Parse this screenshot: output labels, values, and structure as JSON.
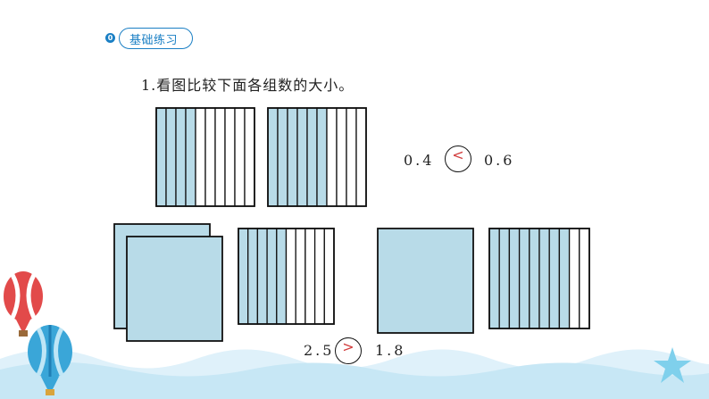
{
  "header": {
    "icon": "0",
    "label": "基础练习"
  },
  "question": {
    "text": "1.看图比较下面各组数的大小。"
  },
  "compare1": {
    "left": "0.4",
    "symbol": "<",
    "right": "0.6",
    "left_fraction": 0.4,
    "right_fraction": 0.6
  },
  "compare2": {
    "left": "2.5",
    "symbol": ">",
    "right": "1.8",
    "left_fraction_strip": 0.5,
    "right_fraction_strip": 0.8
  },
  "colors": {
    "fill": "#b8dbe8",
    "accent": "#1a7fc4",
    "answer": "#d23c3c",
    "wave": "#dff1fa"
  }
}
